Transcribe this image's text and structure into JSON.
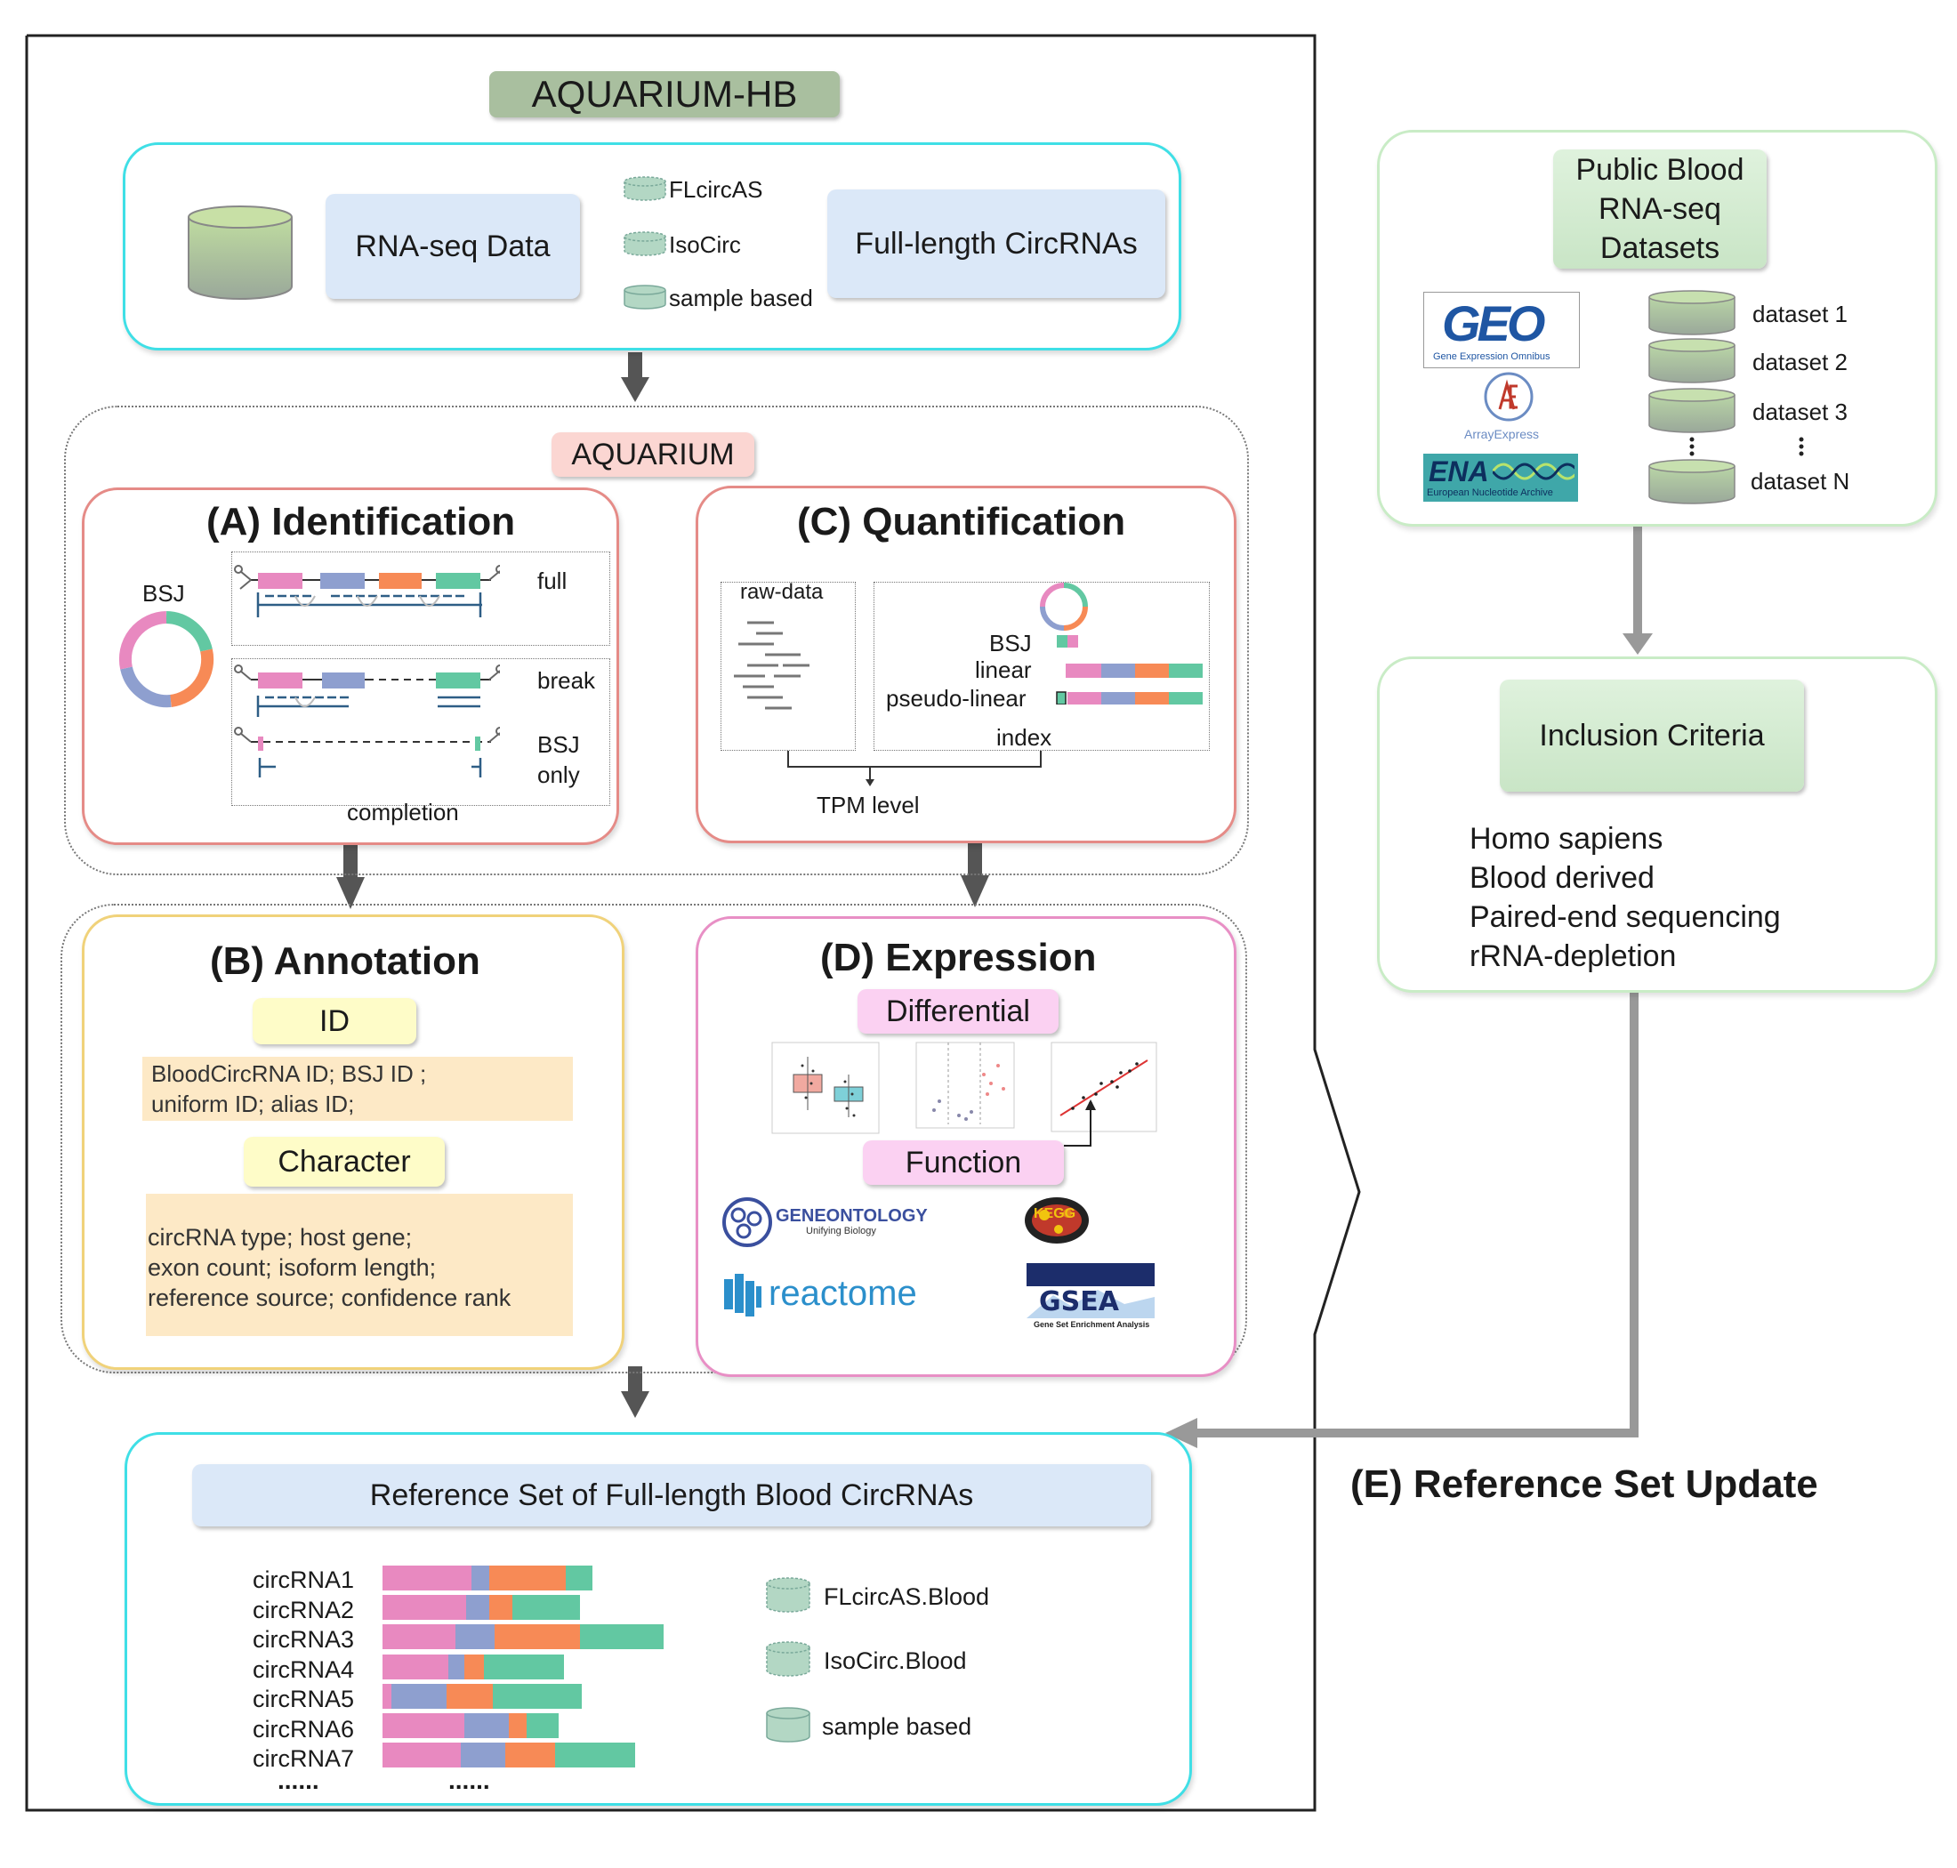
{
  "main_title": "AQUARIUM-HB",
  "input": {
    "rna_seq": "RNA-seq Data",
    "full_length": "Full-length CircRNAs",
    "legend": [
      "FLcircAS",
      "IsoCirc",
      "sample based"
    ]
  },
  "aquarium_label": "AQUARIUM",
  "identification": {
    "title": "(A) Identification",
    "bsj": "BSJ",
    "full": "full",
    "break": "break",
    "bsj_only_1": "BSJ",
    "bsj_only_2": "only",
    "completion": "completion"
  },
  "quantification": {
    "title": "(C) Quantification",
    "raw_data": "raw-data",
    "bsj": "BSJ",
    "linear": "linear",
    "pseudo_linear": "pseudo-linear",
    "index": "index",
    "tpm": "TPM level"
  },
  "annotation": {
    "title": "(B) Annotation",
    "id_label": "ID",
    "id_text_1": "BloodCircRNA ID;  BSJ ID ;",
    "id_text_2": "uniform ID; alias ID;",
    "character_label": "Character",
    "char_text_1": "circRNA type; host gene;",
    "char_text_2": "exon count; isoform length;",
    "char_text_3": "reference source; confidence rank"
  },
  "expression": {
    "title": "(D) Expression",
    "differential": "Differential",
    "function": "Function",
    "logos": {
      "geneontology": "GENEONTOLOGY",
      "geneontology_sub": "Unifying Biology",
      "reactome": "reactome",
      "kegg": "KEGG",
      "gsea": "GSEA",
      "gsea_sub": "Gene Set Enrichment Analysis"
    }
  },
  "public": {
    "title_1": "Public Blood",
    "title_2": "RNA-seq",
    "title_3": "Datasets",
    "datasets": [
      "dataset 1",
      "dataset 2",
      "dataset 3",
      "dataset N"
    ],
    "logos": {
      "geo": "GEO",
      "geo_sub": "Gene Expression Omnibus",
      "arrayexpress": "ArrayExpress",
      "ena": "ENA",
      "ena_sub": "European Nucleotide Archive"
    }
  },
  "inclusion": {
    "title": "Inclusion Criteria",
    "criteria": [
      "Homo sapiens",
      "Blood derived",
      "Paired-end sequencing",
      "rRNA-depletion"
    ]
  },
  "update_label": "(E) Reference Set Update",
  "reference": {
    "title": "Reference Set of Full-length Blood CircRNAs",
    "circrnas": [
      "circRNA1",
      "circRNA2",
      "circRNA3",
      "circRNA4",
      "circRNA5",
      "circRNA6",
      "circRNA7"
    ],
    "ellipsis": "......",
    "legend": [
      "FLcircAS.Blood",
      "IsoCirc.Blood",
      "sample based"
    ]
  },
  "colors": {
    "pink": "#e889c0",
    "blue": "#8e9fcf",
    "orange": "#f78a56",
    "teal": "#62c8a2",
    "cyan_border": "#3fdfe6"
  }
}
